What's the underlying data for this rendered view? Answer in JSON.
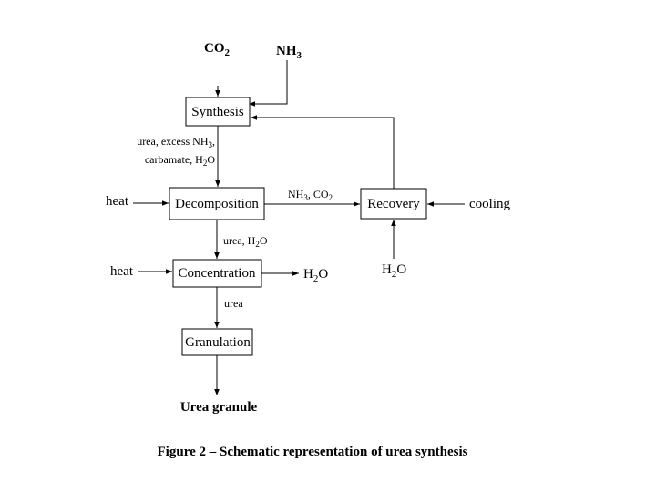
{
  "nodes": {
    "synthesis": "Synthesis",
    "decomposition": "Decomposition",
    "concentration": "Concentration",
    "granulation": "Granulation",
    "recovery": "Recovery"
  },
  "inputs": {
    "co2": {
      "main": "CO",
      "sub": "2"
    },
    "nh3": {
      "main": "NH",
      "sub": "3"
    },
    "heat_decomposition": "heat",
    "heat_concentration": "heat",
    "cooling": "cooling",
    "h2o_recovery": {
      "pre": "H",
      "sub": "2",
      "post": "O"
    }
  },
  "streams": {
    "synthesis_out_line1": {
      "pre": "urea, excess NH",
      "sub": "3",
      "post": ","
    },
    "synthesis_out_line2": {
      "pre": "carbamate, H",
      "sub": "2",
      "post": "O"
    },
    "decomp_to_recovery": {
      "a": "NH",
      "a_sub": "3",
      "mid": ", CO",
      "b_sub": "2"
    },
    "decomp_to_conc": {
      "pre": "urea, H",
      "sub": "2",
      "post": "O"
    },
    "conc_out_h2o": {
      "pre": "H",
      "sub": "2",
      "post": "O"
    },
    "conc_to_gran": "urea"
  },
  "output": "Urea granule",
  "caption": "Figure 2 – Schematic representation of urea synthesis"
}
